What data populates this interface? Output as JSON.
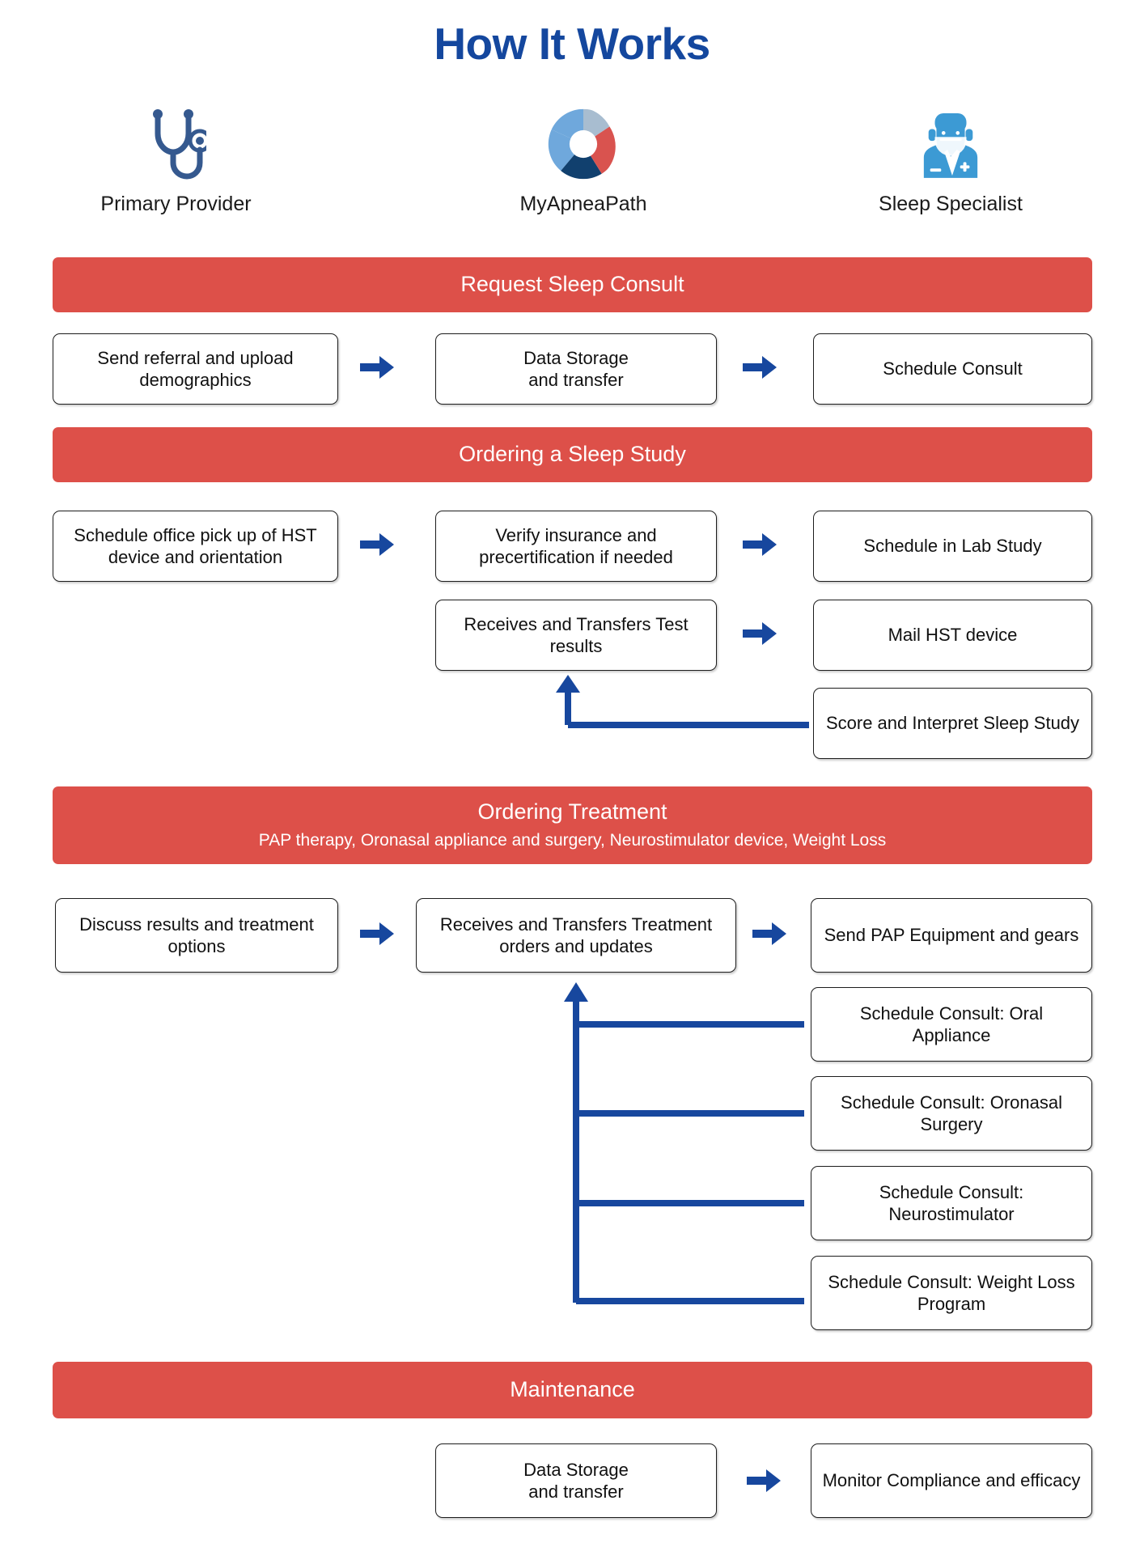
{
  "page": {
    "title": "How It Works",
    "title_color": "#14479e",
    "banner_color": "#dd5049",
    "arrow_color": "#17479e",
    "box_border_color": "#1d1d1d"
  },
  "roles": [
    {
      "label": "Primary Provider",
      "icon": "stethoscope-icon"
    },
    {
      "label": "MyApneaPath",
      "icon": "myapneapath-logo-icon"
    },
    {
      "label": "Sleep Specialist",
      "icon": "doctor-with-mask-icon"
    }
  ],
  "sections": [
    {
      "id": "request-sleep-consult",
      "title": "Request Sleep Consult",
      "subtitle": "",
      "rows": [
        {
          "provider": "Send referral and upload demographics",
          "platform": "Data Storage\nand transfer",
          "specialist": "Schedule Consult"
        }
      ]
    },
    {
      "id": "ordering-a-sleep-study",
      "title": "Ordering a Sleep Study",
      "subtitle": "",
      "rows": [
        {
          "provider": "Schedule office pick up of HST device and orientation",
          "platform": "Verify insurance and precertification if needed",
          "specialist": "Schedule in Lab Study"
        },
        {
          "provider": "",
          "platform": "Receives and Transfers Test results",
          "specialist": "Mail HST device"
        },
        {
          "provider": "",
          "platform": "",
          "specialist": "Score and Interpret Sleep Study"
        }
      ]
    },
    {
      "id": "ordering-treatment",
      "title": "Ordering Treatment",
      "subtitle": "PAP therapy, Oronasal appliance and surgery, Neurostimulator device, Weight Loss",
      "rows": [
        {
          "provider": "Discuss results and treatment options",
          "platform": "Receives and Transfers Treatment orders and updates",
          "specialist": "Send PAP Equipment and gears"
        },
        {
          "provider": "",
          "platform": "",
          "specialist": "Schedule Consult: Oral Appliance"
        },
        {
          "provider": "",
          "platform": "",
          "specialist": "Schedule Consult: Oronasal Surgery"
        },
        {
          "provider": "",
          "platform": "",
          "specialist": "Schedule Consult: Neurostimulator"
        },
        {
          "provider": "",
          "platform": "",
          "specialist": "Schedule Consult: Weight Loss Program"
        }
      ]
    },
    {
      "id": "maintenance",
      "title": "Maintenance",
      "subtitle": "",
      "rows": [
        {
          "provider": "",
          "platform": "Data Storage\nand transfer",
          "specialist": "Monitor Compliance and efficacy"
        }
      ]
    }
  ],
  "boxes": {
    "s1_provider": "Send referral and upload demographics",
    "s1_platform": "Data Storage\nand transfer",
    "s1_specialist": "Schedule Consult",
    "s2_provider": "Schedule office pick up of HST device and orientation",
    "s2_platform_1": "Verify insurance and precertification if needed",
    "s2_platform_2": "Receives and Transfers Test results",
    "s2_specialist_1": "Schedule in Lab Study",
    "s2_specialist_2": "Mail HST device",
    "s2_specialist_3": "Score and Interpret Sleep Study",
    "s3_provider": "Discuss results and treatment options",
    "s3_platform": "Receives and Transfers Treatment orders and updates",
    "s3_specialist_1": "Send PAP Equipment and gears",
    "s3_specialist_2": "Schedule Consult: Oral Appliance",
    "s3_specialist_3": "Schedule Consult: Oronasal Surgery",
    "s3_specialist_4": "Schedule Consult: Neurostimulator",
    "s3_specialist_5": "Schedule Consult: Weight Loss Program",
    "s4_platform": "Data Storage\nand transfer",
    "s4_specialist": "Monitor Compliance and efficacy"
  },
  "banners": {
    "b1_title": "Request Sleep Consult",
    "b2_title": "Ordering a Sleep Study",
    "b3_title": "Ordering Treatment",
    "b3_sub": "PAP therapy, Oronasal appliance and surgery, Neurostimulator device, Weight Loss",
    "b4_title": "Maintenance"
  }
}
